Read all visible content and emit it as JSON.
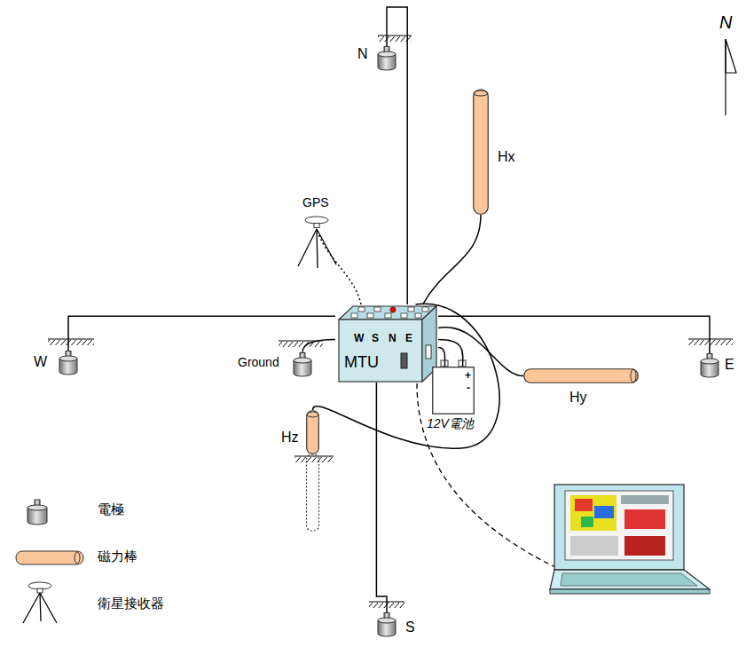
{
  "diagram": {
    "nodes": [
      {
        "text": [
          "MTU"
        ]
      },
      {
        "text": [
          "N"
        ]
      },
      {
        "text": [
          "S"
        ]
      },
      {
        "text": [
          "E"
        ]
      },
      {
        "text": [
          "W"
        ]
      },
      {
        "text": [
          "Ground"
        ]
      },
      {
        "text": [
          "Hx"
        ]
      },
      {
        "text": [
          "Hy"
        ]
      },
      {
        "text": [
          "Hz"
        ]
      },
      {
        "text": [
          "GPS"
        ]
      },
      {
        "text": [
          "12V電池"
        ]
      }
    ],
    "edges": [
      {
        "from": 0,
        "to": 1,
        "arrow": "none"
      },
      {
        "from": 0,
        "to": 2,
        "arrow": "none"
      },
      {
        "from": 0,
        "to": 3,
        "arrow": "none"
      },
      {
        "from": 0,
        "to": 4,
        "arrow": "none"
      },
      {
        "from": 0,
        "to": 5,
        "arrow": "none"
      },
      {
        "from": 0,
        "to": 6,
        "arrow": "none"
      },
      {
        "from": 0,
        "to": 7,
        "arrow": "none"
      },
      {
        "from": 0,
        "to": 8,
        "arrow": "none"
      },
      {
        "from": 0,
        "to": 9,
        "arrow": "none"
      },
      {
        "from": 0,
        "to": 10,
        "arrow": "none"
      },
      {
        "from": 0,
        "to": 10,
        "arrow": "none"
      }
    ],
    "labels": [
      "W",
      "S",
      "N",
      "E",
      "+",
      "-",
      "N"
    ],
    "legend": [
      {
        "text": "電極"
      },
      {
        "text": "磁力棒"
      },
      {
        "text": "衛星接收器"
      }
    ]
  }
}
